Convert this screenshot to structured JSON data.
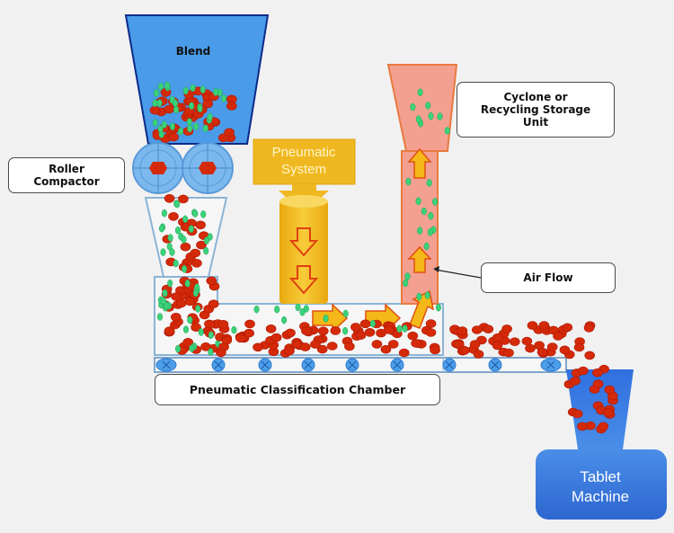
{
  "title": "Pneumatic classification granulation process",
  "labels": {
    "blend": "Blend",
    "roller_compactor": [
      "Roller",
      "Compactor"
    ],
    "pneumatic_system": [
      "Pneumatic",
      "System"
    ],
    "cyclone": [
      "Cyclone or",
      "Recycling Storage",
      "Unit"
    ],
    "air_flow": "Air Flow",
    "chamber": "Pneumatic Classification Chamber",
    "tablet_machine": [
      "Tablet",
      "Machine"
    ]
  },
  "legend_implicit": {
    "granules": "red particles (retained granules)",
    "fines": "green particles (fines carried by air flow)"
  },
  "colors": {
    "background": "#f1f1f1",
    "hopper_blue": "#4a9be8",
    "hopper_outline": "#0b2a8a",
    "roller_blue": "#7ab8ee",
    "granule_red": "#d42a0a",
    "fine_green": "#3cd27a",
    "pneumatic_yellow": "#f0b820",
    "cyclone_pink": "#f4a090",
    "cyclone_outline": "#e87a40",
    "tablet_blue": "#3d7de0",
    "conveyor_roller": "#4d9ee8",
    "chamber_outline": "#8ab4d6"
  }
}
